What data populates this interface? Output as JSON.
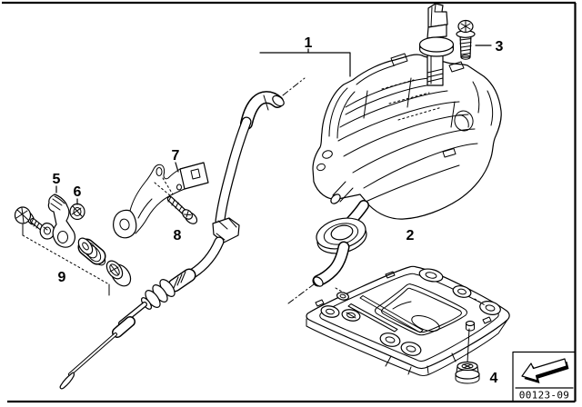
{
  "diagram": {
    "type": "exploded-parts-line-drawing",
    "colors": {
      "line": "#000000",
      "background": "#ffffff"
    },
    "part_labels": [
      {
        "text": "1"
      },
      {
        "text": "2"
      },
      {
        "text": "3"
      },
      {
        "text": "4"
      },
      {
        "text": "5"
      },
      {
        "text": "6"
      },
      {
        "text": "7"
      },
      {
        "text": "8"
      },
      {
        "text": "9"
      }
    ],
    "stamp": {
      "code": "00123-09",
      "icon": "direction-of-travel-arrow-icon"
    }
  }
}
